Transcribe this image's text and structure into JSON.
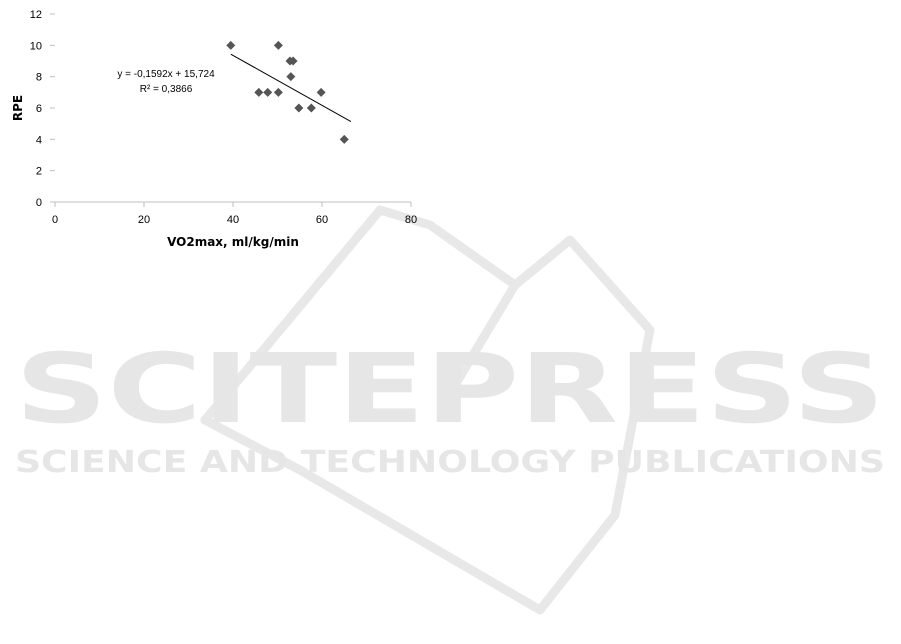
{
  "watermark": {
    "title": "SCITEPRESS",
    "subtitle": "SCIENCE AND TECHNOLOGY PUBLICATIONS",
    "color": "#e6e6e6"
  },
  "chart_data": {
    "type": "scatter",
    "xlabel": "VO2max, ml/kg/min",
    "ylabel": "RPE",
    "xlim": [
      0,
      80
    ],
    "ylim": [
      0,
      12
    ],
    "xticks": [
      0,
      20,
      40,
      60,
      80
    ],
    "yticks": [
      0,
      2,
      4,
      6,
      8,
      10,
      12
    ],
    "grid": false,
    "marker": "diamond",
    "marker_color": "#555555",
    "points": [
      {
        "x": 39.5,
        "y": 10
      },
      {
        "x": 50.2,
        "y": 10
      },
      {
        "x": 52.8,
        "y": 9
      },
      {
        "x": 53.5,
        "y": 9
      },
      {
        "x": 53.0,
        "y": 8
      },
      {
        "x": 45.8,
        "y": 7
      },
      {
        "x": 47.8,
        "y": 7
      },
      {
        "x": 50.2,
        "y": 7
      },
      {
        "x": 59.8,
        "y": 7
      },
      {
        "x": 54.8,
        "y": 6
      },
      {
        "x": 57.6,
        "y": 6
      },
      {
        "x": 65.0,
        "y": 4
      }
    ],
    "trendline": {
      "slope": -0.1592,
      "intercept": 15.724,
      "x_range": [
        39.5,
        66.5
      ],
      "equation": "y = -0,1592x + 15,724",
      "r_squared": "R² = 0,3866"
    }
  }
}
